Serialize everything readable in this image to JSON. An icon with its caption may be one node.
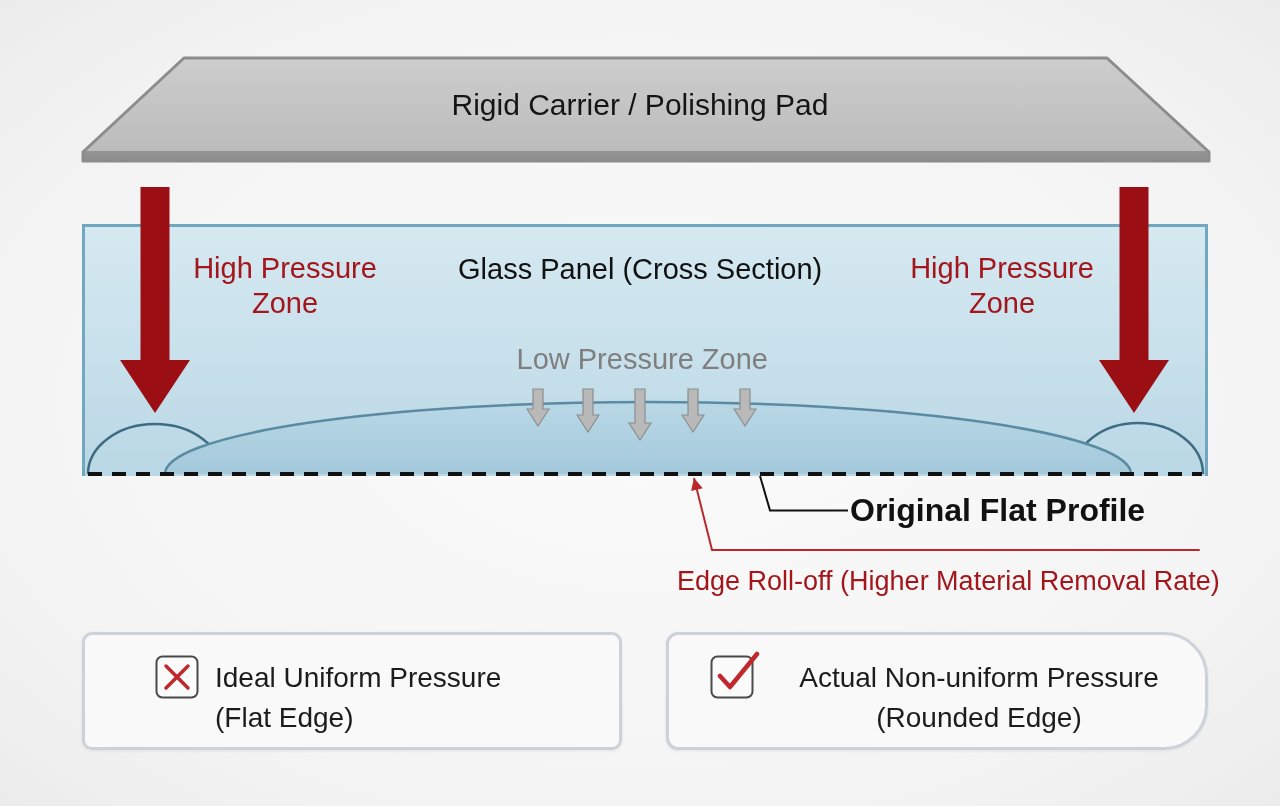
{
  "diagram": {
    "nodes": [
      {
        "text": [
          "Rigid Carrier / Polishing Pad"
        ]
      },
      {
        "text": [
          "Glass Panel (Cross Section)"
        ]
      },
      {
        "text": [],
        "shape": "line",
        "in": 1
      },
      {
        "text": [
          "Original Flat Profile"
        ]
      },
      {
        "text": [
          "Edge Roll-off (Higher Material Removal Rate)"
        ]
      },
      {
        "text": [
          "Ideal Uniform Pressure (Flat Edge)"
        ]
      },
      {
        "text": [
          "Actual Non-uniform Pressure (Rounded Edge)"
        ]
      }
    ],
    "edges": [
      {
        "from": 3,
        "to": 2,
        "arrow": "none"
      },
      {
        "from": 4,
        "to": 2,
        "arrow": "to",
        "color": "#b8282c"
      }
    ],
    "labels": [
      "High Pressure Zone",
      "High Pressure Zone",
      "Low Pressure Zone"
    ]
  }
}
